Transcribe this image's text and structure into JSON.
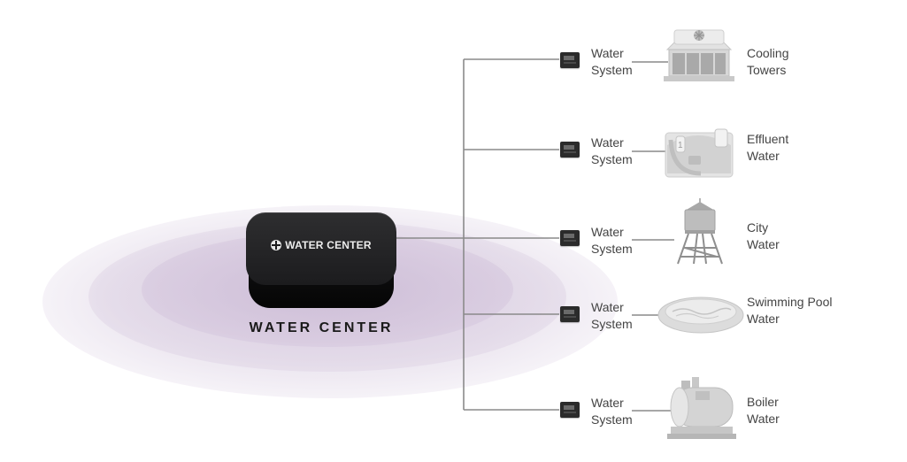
{
  "hub": {
    "brand": "WATER CENTER",
    "caption": "WATER CENTER"
  },
  "branches": [
    {
      "system_line1": "Water",
      "system_line2": "System",
      "dest_line1": "Cooling",
      "dest_line2": "Towers",
      "icon": "cooling-tower-icon"
    },
    {
      "system_line1": "Water",
      "system_line2": "System",
      "dest_line1": "Effluent",
      "dest_line2": "Water",
      "icon": "effluent-tank-icon"
    },
    {
      "system_line1": "Water",
      "system_line2": "System",
      "dest_line1": "City",
      "dest_line2": "Water",
      "icon": "water-tower-icon"
    },
    {
      "system_line1": "Water",
      "system_line2": "System",
      "dest_line1": "Swimming Pool",
      "dest_line2": "Water",
      "icon": "swimming-pool-icon"
    },
    {
      "system_line1": "Water",
      "system_line2": "System",
      "dest_line1": "Boiler",
      "dest_line2": "Water",
      "icon": "boiler-icon"
    }
  ],
  "colors": {
    "line": "#888888",
    "hub": "#1c1c1e",
    "glow": "#d6c8de",
    "text": "#444444"
  }
}
